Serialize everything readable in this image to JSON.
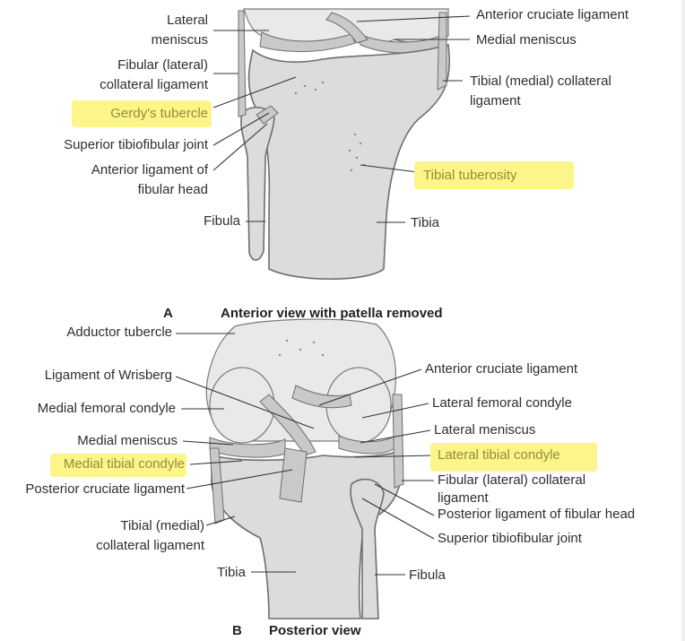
{
  "figure_a": {
    "caption_letter": "A",
    "caption_title": "Anterior view with patella removed",
    "labels": {
      "lateral_meniscus": [
        "Lateral",
        "meniscus"
      ],
      "fibular_collateral": [
        "Fibular (lateral)",
        "collateral ligament"
      ],
      "gerdys_tubercle": "Gerdy's tubercle",
      "superior_tibiofibular": "Superior tibiofibular joint",
      "anterior_lig_fibular": [
        "Anterior ligament of",
        "fibular head"
      ],
      "fibula": "Fibula",
      "anterior_cruciate": "Anterior cruciate ligament",
      "medial_meniscus": "Medial meniscus",
      "tibial_collateral": [
        "Tibial (medial) collateral",
        "ligament"
      ],
      "tibial_tuberosity": "Tibial tuberosity",
      "tibia": "Tibia"
    }
  },
  "figure_b": {
    "caption_letter": "B",
    "caption_title": "Posterior view",
    "labels": {
      "adductor_tubercle": "Adductor tubercle",
      "ligament_wrisberg": "Ligament of Wrisberg",
      "medial_femoral_condyle": "Medial femoral condyle",
      "medial_meniscus": "Medial meniscus",
      "medial_tibial_condyle": "Medial tibial condyle",
      "posterior_cruciate": "Posterior cruciate ligament",
      "tibial_collateral": [
        "Tibial (medial)",
        "collateral ligament"
      ],
      "tibia": "Tibia",
      "anterior_cruciate": "Anterior cruciate ligament",
      "lateral_femoral_condyle": "Lateral femoral condyle",
      "lateral_meniscus": "Lateral meniscus",
      "lateral_tibial_condyle": "Lateral tibial condyle",
      "fibular_collateral": [
        "Fibular (lateral) collateral",
        "ligament"
      ],
      "posterior_lig_fibular": "Posterior ligament of fibular head",
      "superior_tibiofibular": "Superior tibiofibular joint",
      "fibula": "Fibula"
    }
  },
  "highlight_color": "#fbf58a"
}
